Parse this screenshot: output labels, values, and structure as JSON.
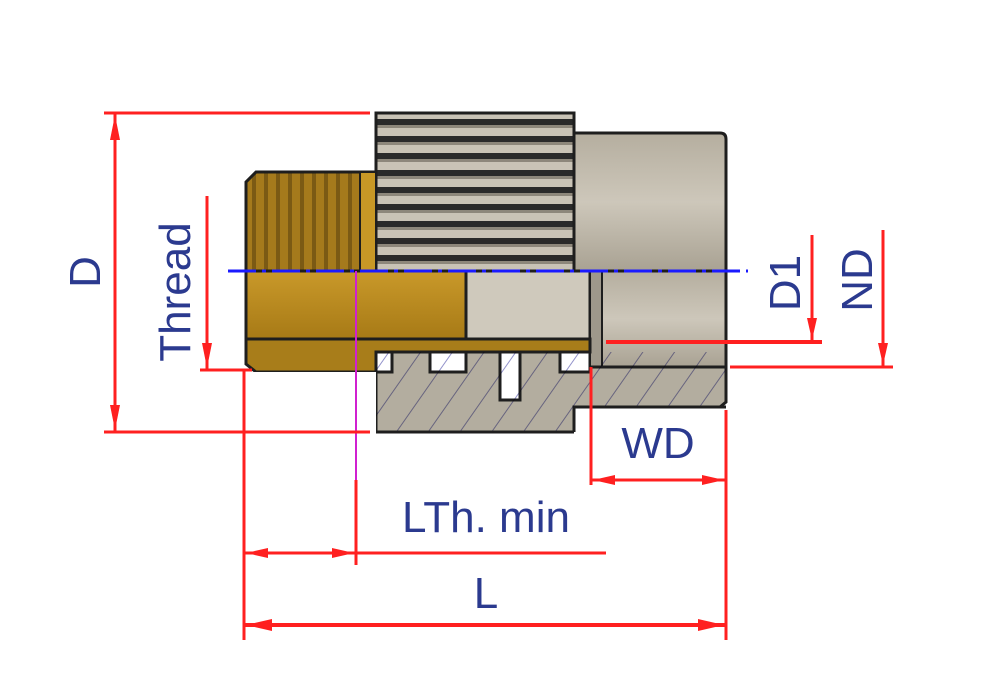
{
  "diagram": {
    "title": "Threaded adapter fitting dimension drawing",
    "labels": {
      "D": "D",
      "thread": "Thread",
      "D1": "D1",
      "ND": "ND",
      "WD": "WD",
      "LTh_min": "LTh. min",
      "L": "L"
    },
    "colors": {
      "dimension_line": "#ff2020",
      "center_line": "#1a1aff",
      "thread_axis": "#d020d0",
      "label_text": "#2b3a8f",
      "brass": "#b8891e",
      "brass_dark": "#8a6414",
      "plastic": "#bdb7aa",
      "plastic_dark": "#9e988b",
      "outline": "#1e1e1e"
    }
  }
}
